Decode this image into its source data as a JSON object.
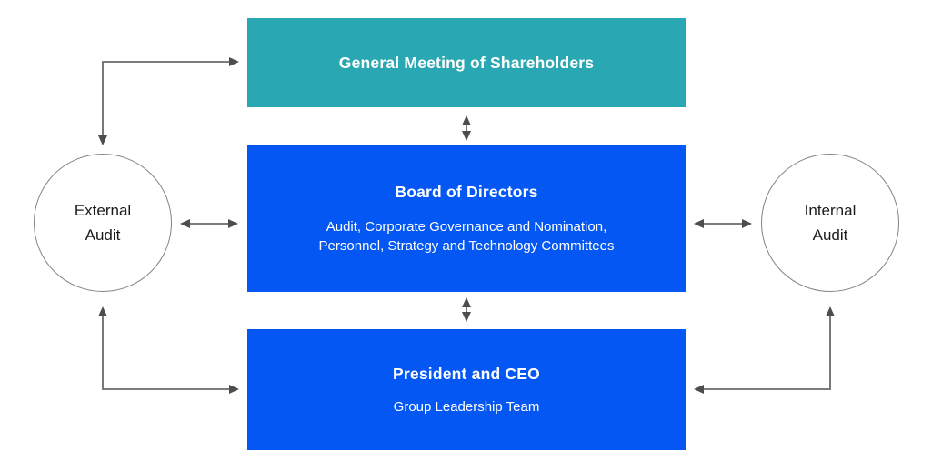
{
  "nodes": {
    "general_meeting": {
      "title": "General Meeting of Shareholders",
      "bg_color": "#29a7b3",
      "text_color": "#ffffff"
    },
    "board_of_directors": {
      "title": "Board of Directors",
      "subtitle_lines": [
        "Audit, Corporate Governance and Nomination,",
        "Personnel, Strategy and Technology Committees"
      ],
      "bg_color": "#0457f2",
      "text_color": "#ffffff"
    },
    "president_ceo": {
      "title": "President and CEO",
      "subtitle": "Group Leadership Team",
      "bg_color": "#0457f2",
      "text_color": "#ffffff"
    },
    "external_audit": {
      "label_lines": [
        "External",
        "Audit"
      ],
      "border_color": "#848484",
      "text_color": "#1a1a1a"
    },
    "internal_audit": {
      "label_lines": [
        "Internal",
        "Audit"
      ],
      "border_color": "#848484",
      "text_color": "#1a1a1a"
    }
  },
  "edges": [
    {
      "from": "external_audit",
      "to": "general_meeting",
      "type": "bidirectional",
      "shape": "elbow"
    },
    {
      "from": "external_audit",
      "to": "board_of_directors",
      "type": "bidirectional",
      "shape": "straight"
    },
    {
      "from": "external_audit",
      "to": "president_ceo",
      "type": "bidirectional",
      "shape": "elbow"
    },
    {
      "from": "general_meeting",
      "to": "board_of_directors",
      "type": "bidirectional",
      "shape": "straight"
    },
    {
      "from": "board_of_directors",
      "to": "president_ceo",
      "type": "bidirectional",
      "shape": "straight"
    },
    {
      "from": "internal_audit",
      "to": "board_of_directors",
      "type": "bidirectional",
      "shape": "straight"
    },
    {
      "from": "internal_audit",
      "to": "president_ceo",
      "type": "bidirectional",
      "shape": "elbow"
    }
  ],
  "style": {
    "arrow_line_color": "#6a6a6a",
    "arrow_head_color": "#4d4d4d",
    "background_color": "#ffffff"
  }
}
